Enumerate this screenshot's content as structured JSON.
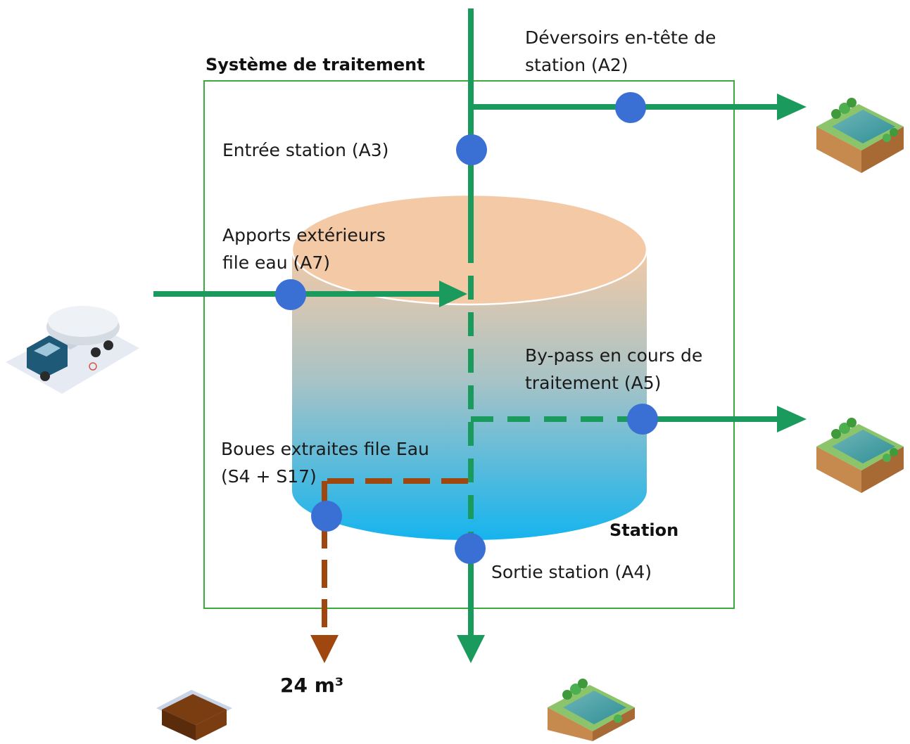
{
  "colors": {
    "flow_green": "#1a9a5c",
    "sludge_brown": "#a0470f",
    "point_blue": "#3a6fd4",
    "frame_green": "#3aaa3a",
    "tank_top": "#f3c9a6",
    "tank_bottom": "#15b4ee"
  },
  "labels": {
    "systeme": "Système de traitement",
    "station": "Station",
    "deversoirs_line1": "Déversoirs en-tête de",
    "deversoirs_line2": "station (A2)",
    "entree": "Entrée station (A3)",
    "apports_line1": "Apports extérieurs",
    "apports_line2": "file eau (A7)",
    "bypass_line1": "By-pass en cours de",
    "bypass_line2": "traitement (A5)",
    "boues_line1": "Boues extraites file Eau",
    "boues_line2": "(S4 + S17)",
    "sortie": "Sortie station (A4)",
    "volume": "24 m³"
  },
  "icons": [
    "river-icon",
    "river-icon",
    "river-icon",
    "tanker-truck-icon",
    "sludge-bin-icon"
  ]
}
